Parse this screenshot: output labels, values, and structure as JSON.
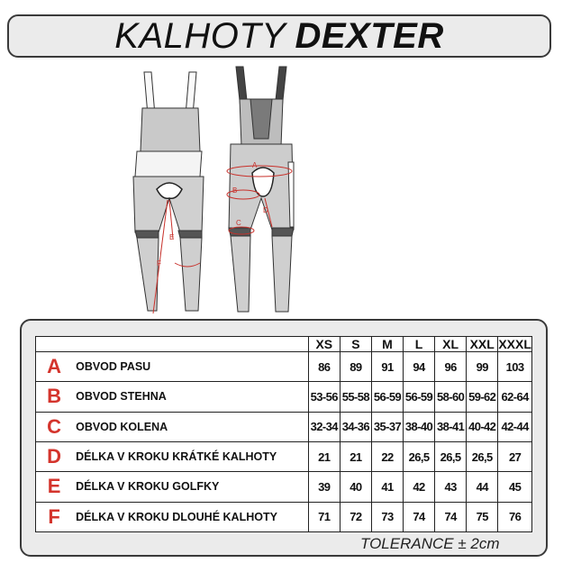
{
  "title": {
    "light": "KALHOTY",
    "bold": "DEXTER"
  },
  "diagram_letters": [
    "A",
    "B",
    "C",
    "D",
    "E",
    "F"
  ],
  "table": {
    "sizes": [
      "XS",
      "S",
      "M",
      "L",
      "XL",
      "XXL",
      "XXXL"
    ],
    "rows": [
      {
        "letter": "A",
        "label": "OBVOD PASU",
        "values": [
          "86",
          "89",
          "91",
          "94",
          "96",
          "99",
          "103"
        ]
      },
      {
        "letter": "B",
        "label": "OBVOD STEHNA",
        "values": [
          "53-56",
          "55-58",
          "56-59",
          "56-59",
          "58-60",
          "59-62",
          "62-64"
        ]
      },
      {
        "letter": "C",
        "label": "OBVOD KOLENA",
        "values": [
          "32-34",
          "34-36",
          "35-37",
          "38-40",
          "38-41",
          "40-42",
          "42-44"
        ]
      },
      {
        "letter": "D",
        "label": "DÉLKA V KROKU KRÁTKÉ KALHOTY",
        "values": [
          "21",
          "21",
          "22",
          "26,5",
          "26,5",
          "26,5",
          "27"
        ]
      },
      {
        "letter": "E",
        "label": "DÉLKA V KROKU GOLFKY",
        "values": [
          "39",
          "40",
          "41",
          "42",
          "43",
          "44",
          "45"
        ]
      },
      {
        "letter": "F",
        "label": "DÉLKA V KROKU DLOUHÉ KALHOTY",
        "values": [
          "71",
          "72",
          "73",
          "74",
          "74",
          "75",
          "76"
        ]
      }
    ]
  },
  "tolerance": "TOLERANCE ± 2cm",
  "colors": {
    "accent": "#d4342c",
    "panel": "#ebebeb",
    "border": "#3a3a3a"
  }
}
